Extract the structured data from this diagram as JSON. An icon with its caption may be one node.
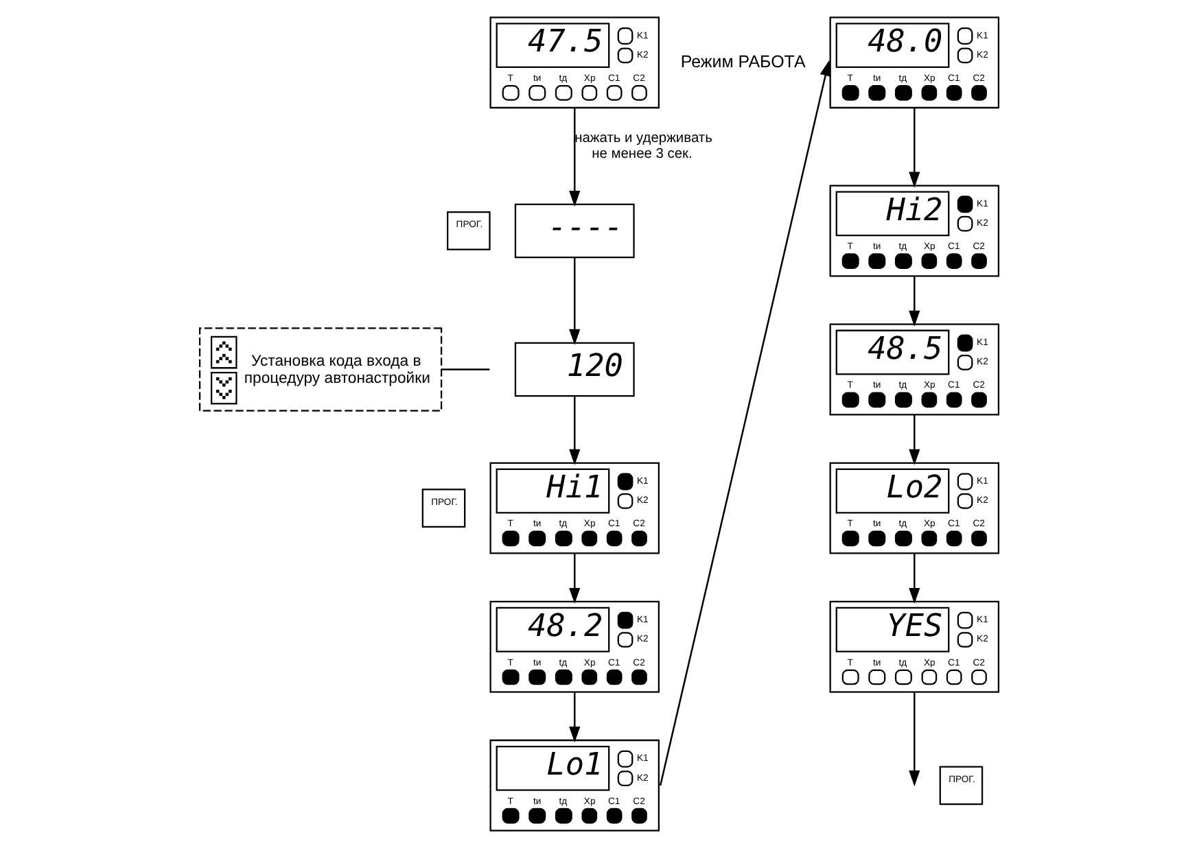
{
  "diagram": {
    "nodes": [
      {
        "text": [
          "47.5",
          "K1",
          "K2",
          "T",
          "tи",
          "tд",
          "Xр",
          "C1",
          "C2"
        ],
        "beside": [
          "Режим РАБОТА"
        ]
      },
      {
        "text": [
          "ПРОГ."
        ]
      },
      {
        "text": [
          "----"
        ]
      },
      {
        "text": [
          "Установка кода входа в процедуру автонастройки"
        ]
      },
      {
        "text": [
          "120"
        ]
      },
      {
        "text": [
          "ПРОГ."
        ]
      },
      {
        "text": [
          "Hi1",
          "K1",
          "K2",
          "T",
          "tи",
          "tд",
          "Xр",
          "C1",
          "C2"
        ]
      },
      {
        "text": [
          "48.2",
          "K1",
          "K2",
          "T",
          "tи",
          "tд",
          "Xр",
          "C1",
          "C2"
        ]
      },
      {
        "text": [
          "Lo1",
          "K1",
          "K2",
          "T",
          "tи",
          "tд",
          "Xр",
          "C1",
          "C2"
        ]
      },
      {
        "text": [
          "48.0",
          "K1",
          "K2",
          "T",
          "tи",
          "tд",
          "Xр",
          "C1",
          "C2"
        ]
      },
      {
        "text": [
          "Hi2",
          "K1",
          "K2",
          "T",
          "tи",
          "tд",
          "Xр",
          "C1",
          "C2"
        ]
      },
      {
        "text": [
          "48.5",
          "K1",
          "K2",
          "T",
          "tи",
          "tд",
          "Xр",
          "C1",
          "C2"
        ]
      },
      {
        "text": [
          "Lo2",
          "K1",
          "K2",
          "T",
          "tи",
          "tд",
          "Xр",
          "C1",
          "C2"
        ]
      },
      {
        "text": [
          "YES",
          "K1",
          "K2",
          "T",
          "tи",
          "tд",
          "Xр",
          "C1",
          "C2"
        ]
      },
      {
        "text": [
          "ПРОГ."
        ]
      }
    ],
    "edges": [
      {
        "from": 0,
        "to": 2,
        "arrow": "to",
        "label": "нажать и удерживать не менее 3 сек."
      },
      {
        "from": 2,
        "to": 4,
        "arrow": "to"
      },
      {
        "from": 3,
        "to": null,
        "arrow": "none"
      },
      {
        "from": 4,
        "to": 6,
        "arrow": "to"
      },
      {
        "from": 6,
        "to": 7,
        "arrow": "to"
      },
      {
        "from": 7,
        "to": 8,
        "arrow": "to"
      },
      {
        "from": 8,
        "to": 9,
        "arrow": "to"
      },
      {
        "from": 9,
        "to": 10,
        "arrow": "to"
      },
      {
        "from": 10,
        "to": 11,
        "arrow": "to"
      },
      {
        "from": 11,
        "to": 12,
        "arrow": "to"
      },
      {
        "from": 12,
        "to": 13,
        "arrow": "to"
      },
      {
        "from": 13,
        "to": null,
        "arrow": "to"
      }
    ]
  }
}
